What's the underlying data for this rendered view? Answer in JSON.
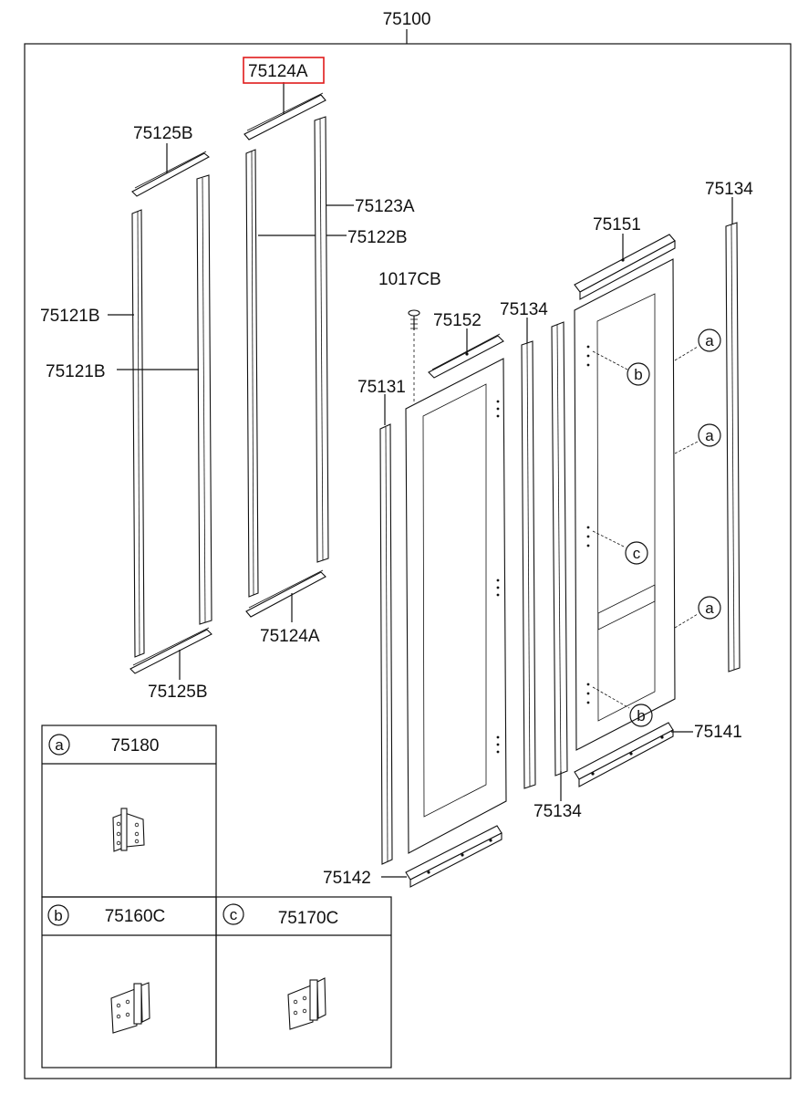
{
  "assembly_label": "75100",
  "parts": {
    "top_channel_a_upper": "75124A",
    "top_channel_b_upper": "75125B",
    "side_rail_a": "75123A",
    "side_rail_b": "75122B",
    "rail_121b_upper": "75121B",
    "rail_121b_lower": "75121B",
    "bottom_channel_a": "75124A",
    "bottom_channel_b": "75125B",
    "screw": "1017CB",
    "rail_152": "75152",
    "rail_131": "75131",
    "rail_151": "75151",
    "rail_134_right": "75134",
    "rail_134_mid": "75134",
    "rail_134_bottom": "75134",
    "rail_141": "75141",
    "rail_142": "75142"
  },
  "callouts": {
    "a1": "a",
    "a2": "a",
    "a3": "a",
    "b1": "b",
    "b2": "b",
    "c1": "c"
  },
  "legend": {
    "a": {
      "letter": "a",
      "code": "75180"
    },
    "b": {
      "letter": "b",
      "code": "75160C"
    },
    "c": {
      "letter": "c",
      "code": "75170C"
    }
  },
  "highlight_color": "#e01b1b"
}
